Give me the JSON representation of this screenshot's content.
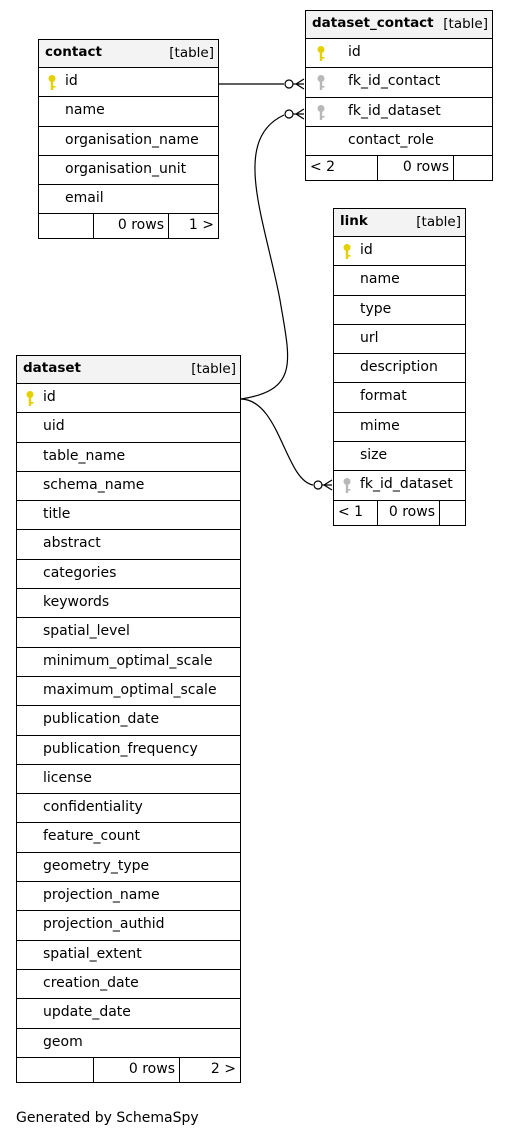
{
  "tables": {
    "contact": {
      "name": "contact",
      "tag": "[table]",
      "columns": [
        "id",
        "name",
        "organisation_name",
        "organisation_unit",
        "email"
      ],
      "footer": [
        "",
        "0 rows",
        "1 >"
      ]
    },
    "dataset_contact": {
      "name": "dataset_contact",
      "tag": "[table]",
      "columns": [
        "id",
        "fk_id_contact",
        "fk_id_dataset",
        "contact_role"
      ],
      "footer": [
        "< 2",
        "0 rows",
        ""
      ]
    },
    "link": {
      "name": "link",
      "tag": "[table]",
      "columns": [
        "id",
        "name",
        "type",
        "url",
        "description",
        "format",
        "mime",
        "size",
        "fk_id_dataset"
      ],
      "footer": [
        "< 1",
        "0 rows",
        ""
      ]
    },
    "dataset": {
      "name": "dataset",
      "tag": "[table]",
      "columns": [
        "id",
        "uid",
        "table_name",
        "schema_name",
        "title",
        "abstract",
        "categories",
        "keywords",
        "spatial_level",
        "minimum_optimal_scale",
        "maximum_optimal_scale",
        "publication_date",
        "publication_frequency",
        "license",
        "confidentiality",
        "feature_count",
        "geometry_type",
        "projection_name",
        "projection_authid",
        "spatial_extent",
        "creation_date",
        "update_date",
        "geom"
      ],
      "footer": [
        "",
        "0 rows",
        "2 >"
      ]
    }
  },
  "colors": {
    "primary_key": "#e5d000",
    "foreign_key": "#b8b8b8",
    "header_bg": "#f3f3f3"
  },
  "footer_text": "Generated by SchemaSpy"
}
